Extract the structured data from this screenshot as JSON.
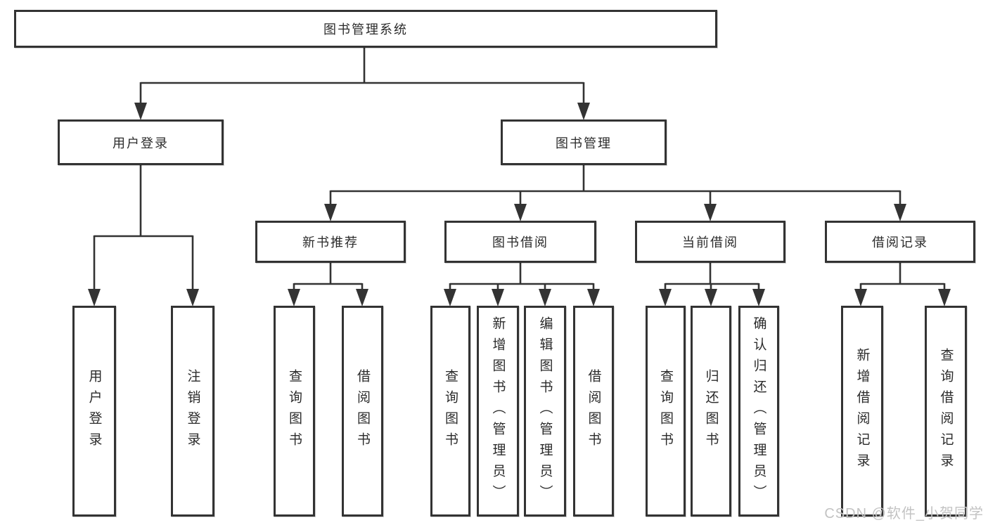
{
  "tree": {
    "label": "图书管理系统",
    "children": [
      {
        "label": "用户登录",
        "children": [
          {
            "label": "用户登录"
          },
          {
            "label": "注销登录"
          }
        ]
      },
      {
        "label": "图书管理",
        "children": [
          {
            "label": "新书推荐",
            "children": [
              {
                "label": "查询图书"
              },
              {
                "label": "借阅图书"
              }
            ]
          },
          {
            "label": "图书借阅",
            "children": [
              {
                "label": "查询图书"
              },
              {
                "label": "新增图书（管理员）"
              },
              {
                "label": "编辑图书（管理员）"
              },
              {
                "label": "借阅图书"
              }
            ]
          },
          {
            "label": "当前借阅",
            "children": [
              {
                "label": "查询图书"
              },
              {
                "label": "归还图书"
              },
              {
                "label": "确认归还（管理员）"
              }
            ]
          },
          {
            "label": "借阅记录",
            "children": [
              {
                "label": "新增借阅记录"
              },
              {
                "label": "查询借阅记录"
              }
            ]
          }
        ]
      }
    ]
  },
  "watermark": {
    "text": "CSDN @软件_小贺同学"
  },
  "colors": {
    "line": "#333333",
    "text": "#2b2b2b",
    "watermark": "#c3c3c3",
    "background": "#ffffff"
  }
}
